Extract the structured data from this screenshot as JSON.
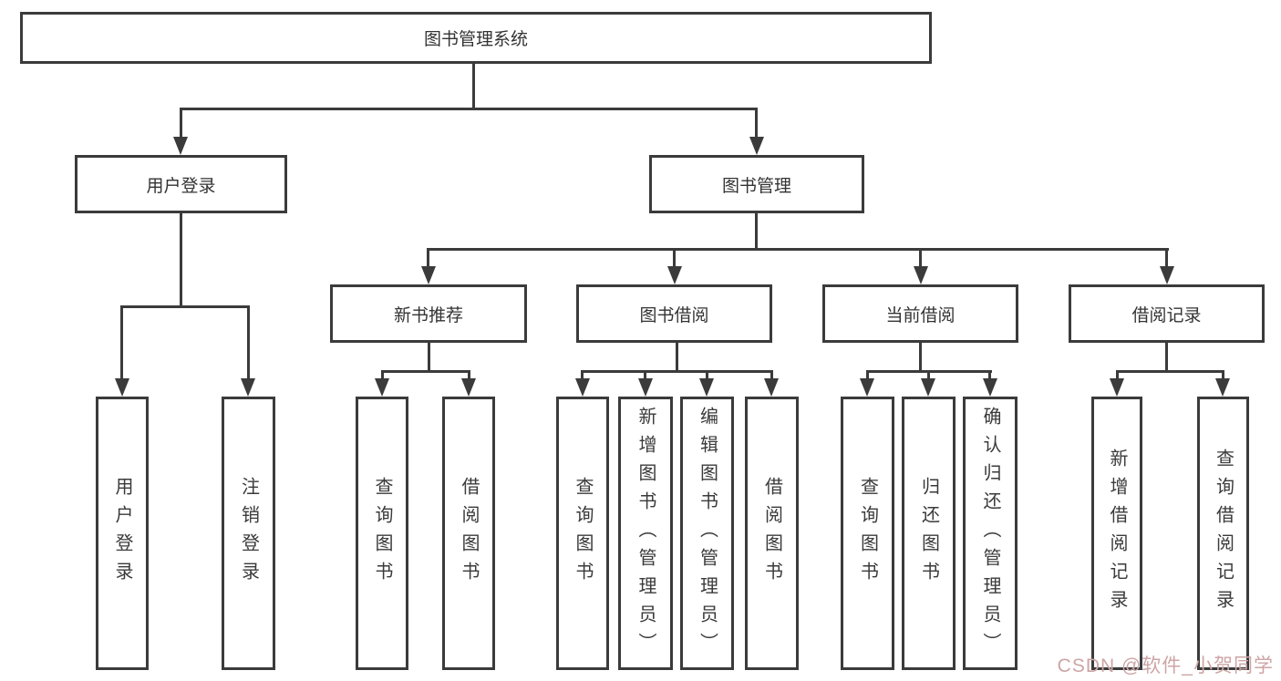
{
  "tree": {
    "root": {
      "label": "图书管理系统",
      "children": [
        {
          "label": "用户登录",
          "children": [
            {
              "label": "用户登录"
            },
            {
              "label": "注销登录"
            }
          ]
        },
        {
          "label": "图书管理",
          "children": [
            {
              "label": "新书推荐",
              "children": [
                {
                  "label": "查询图书"
                },
                {
                  "label": "借阅图书"
                }
              ]
            },
            {
              "label": "图书借阅",
              "children": [
                {
                  "label": "查询图书"
                },
                {
                  "label": "新增图书（管理员）"
                },
                {
                  "label": "编辑图书（管理员）"
                },
                {
                  "label": "借阅图书"
                }
              ]
            },
            {
              "label": "当前借阅",
              "children": [
                {
                  "label": "查询图书"
                },
                {
                  "label": "归还图书"
                },
                {
                  "label": "确认归还（管理员）"
                }
              ]
            },
            {
              "label": "借阅记录",
              "children": [
                {
                  "label": "新增借阅记录"
                },
                {
                  "label": "查询借阅记录"
                }
              ]
            }
          ]
        }
      ]
    }
  },
  "watermark": {
    "text": "CSDN @软件_小贺同学"
  },
  "colors": {
    "line": "#3b3b3b",
    "text": "#333333",
    "watermark": "#cda5a5",
    "background": "#ffffff"
  }
}
